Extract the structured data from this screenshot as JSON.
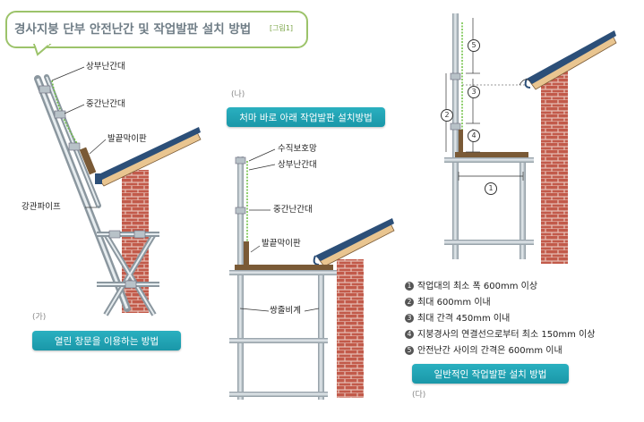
{
  "title": "경사지붕 단부 안전난간 및 작업발판 설치 방법",
  "figure_ref": "[그림1]",
  "panel_ga": {
    "tag": "(가)",
    "caption": "열린 창문을 이용하는 방법",
    "labels": {
      "top_rail": "상부난간대",
      "mid_rail": "중간난간대",
      "toe_board": "발끝막이판",
      "steel_pipe": "강관파이프"
    }
  },
  "panel_na": {
    "tag": "(나)",
    "caption": "처마 바로 아래 작업발판 설치방법",
    "labels": {
      "vertical_net": "수직보호망",
      "top_rail": "상부난간대",
      "mid_rail": "중간난간대",
      "toe_board": "발끝막이판",
      "double_scaffold": "쌍줄비계"
    }
  },
  "panel_da": {
    "tag": "(다)",
    "caption": "일반적인 작업발판 설치 방법",
    "markers": [
      "5",
      "3",
      "2",
      "4",
      "1"
    ],
    "legend": [
      {
        "num": "1",
        "text": "작업대의 최소 폭 600mm 이상"
      },
      {
        "num": "2",
        "text": "최대 600mm 이내"
      },
      {
        "num": "3",
        "text": "최대 간격 450mm 이내"
      },
      {
        "num": "4",
        "text": "지붕경사의 연결선으로부터 최소 150mm 이상"
      },
      {
        "num": "5",
        "text": "안전난간 사이의 간격은 600mm 이내"
      }
    ]
  },
  "colors": {
    "accent": "#1a9fb0",
    "title_border": "#9cc36a",
    "brick": "#c25a4a",
    "roof": "#2c4f78",
    "scaffold": "#c9d2d8",
    "net": "#6bbf3f"
  }
}
